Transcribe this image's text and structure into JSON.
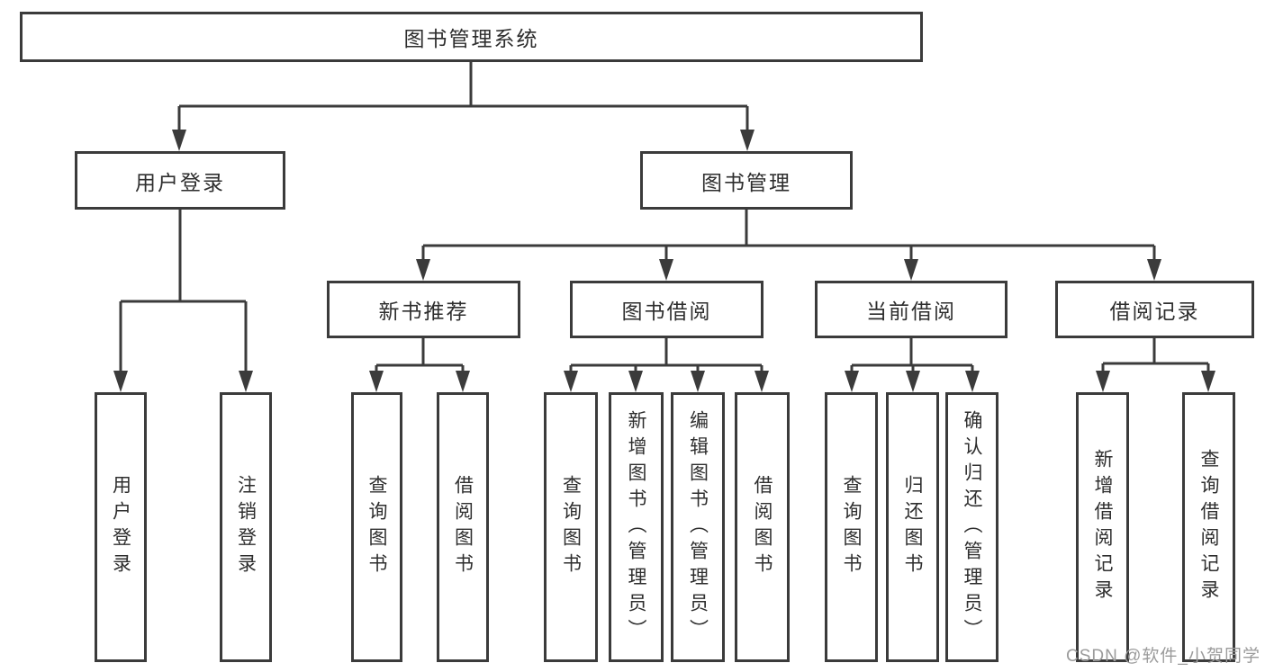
{
  "diagram": {
    "title": "图书管理系统",
    "nodes": {
      "root": "图书管理系统",
      "user_login": "用户登录",
      "book_management": "图书管理",
      "new_book_recommend": "新书推荐",
      "book_borrowing": "图书借阅",
      "current_borrowing": "当前借阅",
      "borrowing_records": "借阅记录",
      "user_login_leaf": "用户登录",
      "logout_leaf": "注销登录",
      "recommend_query_books": "查询图书",
      "recommend_borrow_books": "借阅图书",
      "borrowing_query_books": "查询图书",
      "borrowing_add_books": "新增图书（管理员）",
      "borrowing_edit_books": "编辑图书（管理员）",
      "borrowing_borrow_books": "借阅图书",
      "current_query_books": "查询图书",
      "current_return_books": "归还图书",
      "current_confirm_return": "确认归还（管理员）",
      "records_add_record": "新增借阅记录",
      "records_query_record": "查询借阅记录"
    },
    "hierarchy": {
      "图书管理系统": {
        "用户登录": [
          "用户登录",
          "注销登录"
        ],
        "图书管理": {
          "新书推荐": [
            "查询图书",
            "借阅图书"
          ],
          "图书借阅": [
            "查询图书",
            "新增图书（管理员）",
            "编辑图书（管理员）",
            "借阅图书"
          ],
          "当前借阅": [
            "查询图书",
            "归还图书",
            "确认归还（管理员）"
          ],
          "借阅记录": [
            "新增借阅记录",
            "查询借阅记录"
          ]
        }
      }
    },
    "colors": {
      "line": "#3b3b3b",
      "box_border": "#3b3b3b",
      "text": "#2e2e2e",
      "background": "#ffffff",
      "watermark": "#9b9b9b"
    }
  },
  "watermark": {
    "text": "CSDN @软件_小贺同学"
  }
}
